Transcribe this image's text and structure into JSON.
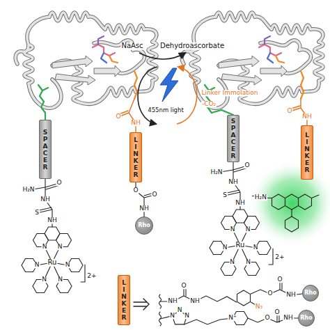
{
  "diagram": {
    "nodes": [
      {
        "text": [
          "SPACER"
        ]
      },
      {
        "text": [
          "LINKER"
        ]
      },
      {
        "text": [
          "SPACER"
        ]
      },
      {
        "text": [
          "LINKER"
        ]
      },
      {
        "text": [
          "Rho"
        ]
      },
      {
        "text": [
          "LINKER"
        ]
      },
      {
        "text": [
          "Rho"
        ]
      },
      {
        "text": [
          "Rho"
        ]
      }
    ],
    "labels": [
      "NaAsc",
      "Dehydroascorbate",
      "455nm light",
      "Linker Immolation",
      "-CO₂",
      "O",
      "NH",
      "O",
      "NH",
      "H₂N",
      "O",
      "NH",
      "S",
      "NH",
      "N",
      "N",
      "Ru",
      "N",
      "N",
      "N",
      "N",
      "2+",
      "O",
      "O",
      "NH",
      "H₂N",
      "O",
      "NH",
      "S",
      "NH",
      "N",
      "N",
      "Ru",
      "N",
      "N",
      "N",
      "N",
      "2+",
      "⁺H₂N",
      "NH",
      "O",
      "NH",
      "O",
      "O",
      "NH",
      "N₃",
      "N",
      "N",
      "N",
      "N⁺",
      "O",
      "O",
      "NH"
    ]
  }
}
